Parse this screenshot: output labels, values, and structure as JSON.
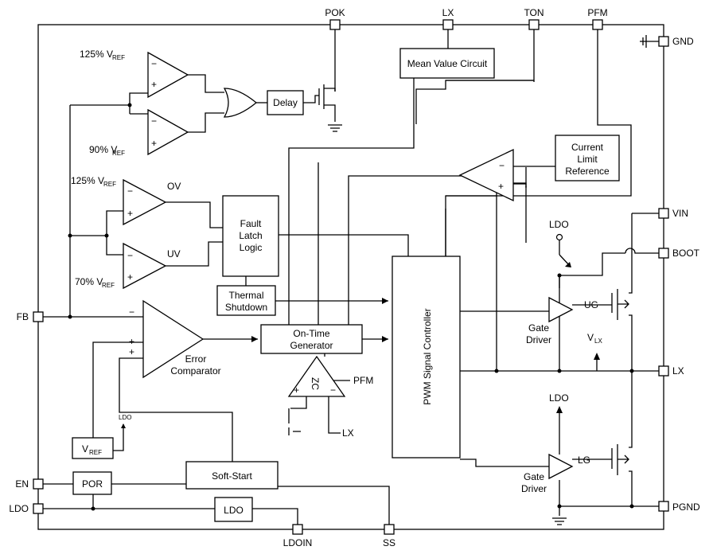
{
  "pins": {
    "pok": "POK",
    "lx_top": "LX",
    "ton": "TON",
    "pfm": "PFM",
    "gnd": "GND",
    "vin": "VIN",
    "boot": "BOOT",
    "lx_right": "LX",
    "pgnd": "PGND",
    "fb": "FB",
    "en": "EN",
    "ldo": "LDO",
    "ldoin": "LDOIN",
    "ss": "SS"
  },
  "blocks": {
    "mean_value": "Mean Value Circuit",
    "delay": "Delay",
    "current_limit": [
      "Current",
      "Limit",
      "Reference"
    ],
    "fault_latch": [
      "Fault",
      "Latch",
      "Logic"
    ],
    "thermal": [
      "Thermal",
      "Shutdown"
    ],
    "on_time": [
      "On-Time",
      "Generator"
    ],
    "pwm": "PWM Signal Controller",
    "soft_start": "Soft-Start",
    "por": "POR",
    "ldo_block": "LDO",
    "vref_box": "V",
    "vref_sub": "REF"
  },
  "labels": {
    "v125_top": "125% V",
    "v90": "90% V",
    "v125_ov": "125% V",
    "v70": "70% V",
    "ref_sub": "REF",
    "ov": "OV",
    "uv": "UV",
    "error_comp": [
      "Error",
      "Comparator"
    ],
    "zc": "ZC",
    "pfm_in": "PFM",
    "lx_in": "LX",
    "ldo_top": "LDO",
    "ldo_bottom": "LDO",
    "ldo_small": "LDO",
    "ug": "UG",
    "lg": "LG",
    "gate_driver_top": [
      "Gate",
      "Driver"
    ],
    "gate_driver_bottom": [
      "Gate",
      "Driver"
    ],
    "vlx": "V",
    "vlx_sub": "LX",
    "plus": "+",
    "minus": "−"
  }
}
